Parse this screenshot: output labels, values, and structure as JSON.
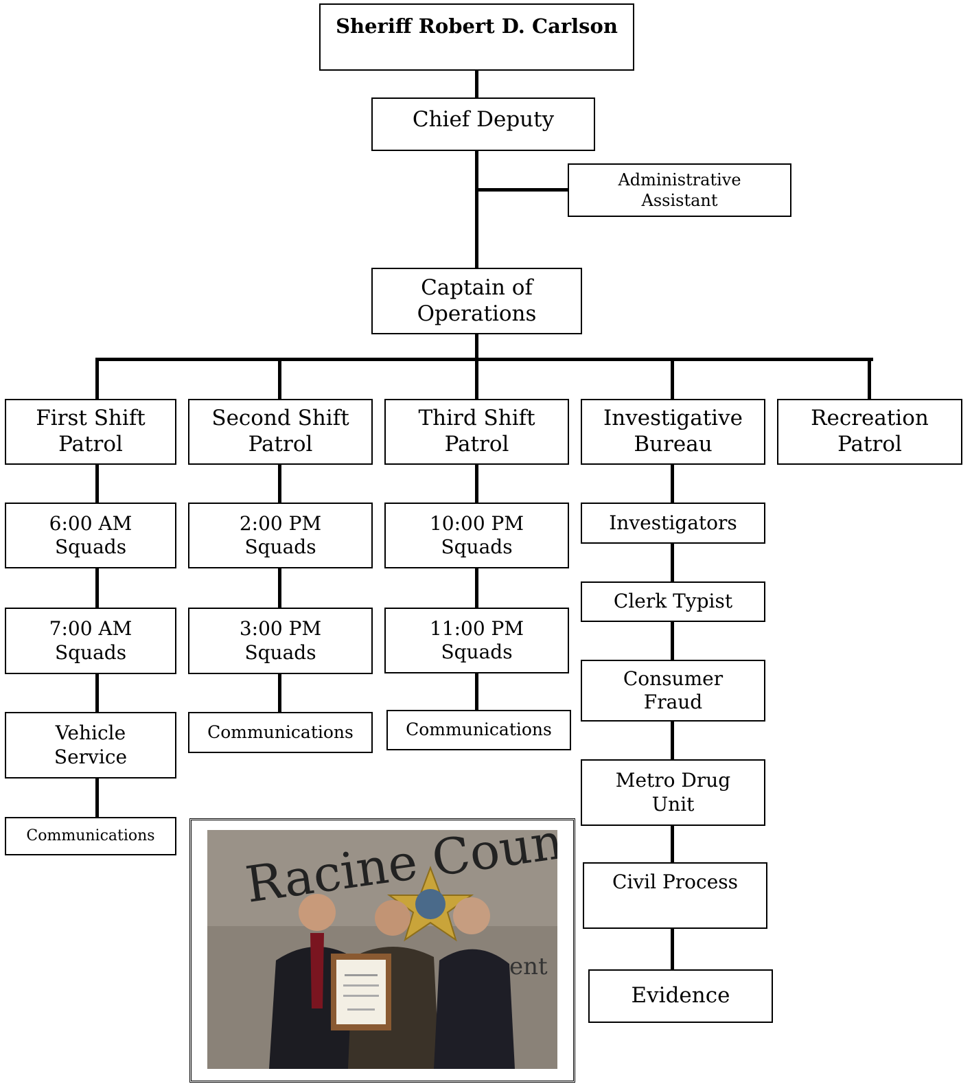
{
  "org_chart": {
    "sheriff": "Sheriff Robert D. Carlson",
    "chief_deputy": "Chief Deputy",
    "admin_assistant": {
      "line1": "Administrative",
      "line2": "Assistant"
    },
    "captain": {
      "line1": "Captain of",
      "line2": "Operations"
    },
    "first_shift": {
      "title": {
        "line1": "First Shift",
        "line2": "Patrol"
      },
      "squad1": {
        "line1": "6:00 AM",
        "line2": "Squads"
      },
      "squad2": {
        "line1": "7:00 AM",
        "line2": "Squads"
      },
      "vehicle": {
        "line1": "Vehicle",
        "line2": "Service"
      },
      "communications": "Communications"
    },
    "second_shift": {
      "title": {
        "line1": "Second Shift",
        "line2": "Patrol"
      },
      "squad1": {
        "line1": "2:00 PM",
        "line2": "Squads"
      },
      "squad2": {
        "line1": "3:00 PM",
        "line2": "Squads"
      },
      "communications": "Communications"
    },
    "third_shift": {
      "title": {
        "line1": "Third Shift",
        "line2": "Patrol"
      },
      "squad1": {
        "line1": "10:00 PM",
        "line2": "Squads"
      },
      "squad2": {
        "line1": "11:00 PM",
        "line2": "Squads"
      },
      "communications": "Communications"
    },
    "investigative": {
      "title": {
        "line1": "Investigative",
        "line2": "Bureau"
      },
      "investigators": "Investigators",
      "clerk": "Clerk Typist",
      "consumer_fraud": {
        "line1": "Consumer",
        "line2": "Fraud"
      },
      "metro_drug": {
        "line1": "Metro Drug",
        "line2": "Unit"
      },
      "civil_process": "Civil Process",
      "evidence": "Evidence"
    },
    "recreation": {
      "line1": "Recreation",
      "line2": "Patrol"
    }
  },
  "photo": {
    "wall_text_1": "Racine Coun",
    "wall_text_2": "ent"
  }
}
